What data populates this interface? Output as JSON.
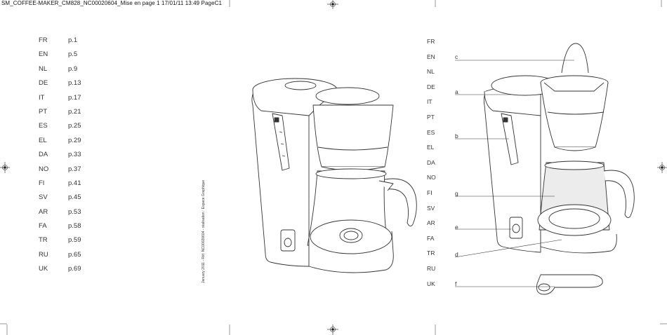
{
  "header": {
    "slug": "SM_COFFEE-MAKER_CM828_NC00020604_Mise en page 1  17/01/11  13:49  PageC1"
  },
  "language_index": [
    {
      "code": "FR",
      "page": "p.1"
    },
    {
      "code": "EN",
      "page": "p.5"
    },
    {
      "code": "NL",
      "page": "p.9"
    },
    {
      "code": "DE",
      "page": "p.13"
    },
    {
      "code": "IT",
      "page": "p.17"
    },
    {
      "code": "PT",
      "page": "p.21"
    },
    {
      "code": "ES",
      "page": "p.25"
    },
    {
      "code": "EL",
      "page": "p.29"
    },
    {
      "code": "DA",
      "page": "p.33"
    },
    {
      "code": "NO",
      "page": "p.37"
    },
    {
      "code": "FI",
      "page": "p.41"
    },
    {
      "code": "SV",
      "page": "p.45"
    },
    {
      "code": "AR",
      "page": "p.53"
    },
    {
      "code": "FA",
      "page": "p.58"
    },
    {
      "code": "TR",
      "page": "p.59"
    },
    {
      "code": "RU",
      "page": "p.65"
    },
    {
      "code": "UK",
      "page": "p.69"
    }
  ],
  "vertical_note": "January 2011 - Réf. NC00020604 - réalisation : Espace Graphique",
  "languages_right": [
    "FR",
    "EN",
    "NL",
    "DE",
    "IT",
    "PT",
    "ES",
    "EL",
    "DA",
    "NO",
    "FI",
    "SV",
    "AR",
    "FA",
    "TR",
    "RU",
    "UK"
  ],
  "callouts": [
    {
      "label": "c"
    },
    {
      "label": "a"
    },
    {
      "label": "b"
    },
    {
      "label": "g"
    },
    {
      "label": "e"
    },
    {
      "label": "d"
    },
    {
      "label": "f"
    }
  ]
}
